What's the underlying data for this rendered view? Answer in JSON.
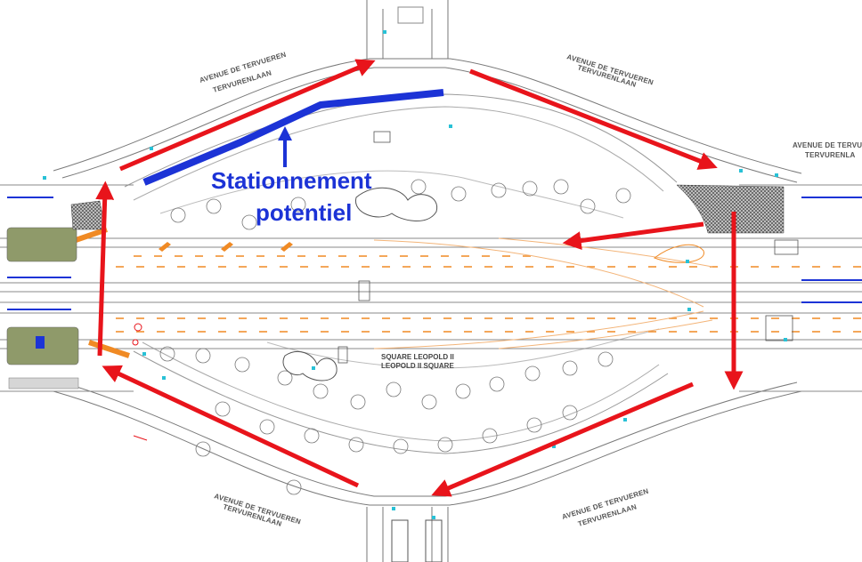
{
  "annotation": {
    "line1": "Stationnement",
    "line2": "potentiel",
    "color": "#1c33d6"
  },
  "street_labels": {
    "top_left_1": "AVENUE DE TERVUEREN",
    "top_left_2": "TERVURENLAAN",
    "top_right_1": "AVENUE DE TERVUEREN",
    "top_right_2": "TERVURENLAAN",
    "right_1": "AVENUE DE TERVUER",
    "right_2": "TERVURENLA",
    "bottom_left_1": "AVENUE DE TERVUEREN",
    "bottom_left_2": "TERVURENLAAN",
    "bottom_right_1": "AVENUE DE TERVUEREN",
    "bottom_right_2": "TERVURENLAAN"
  },
  "square_label": {
    "line1": "SQUARE LEOPOLD II",
    "line2": "LEOPOLD II SQUARE"
  },
  "colors": {
    "flow_arrow": "#e8141b",
    "parking_line": "#1c33d6",
    "road_marking": "#f08a24",
    "green_area": "#8f9a6a",
    "paving": "#555555"
  }
}
